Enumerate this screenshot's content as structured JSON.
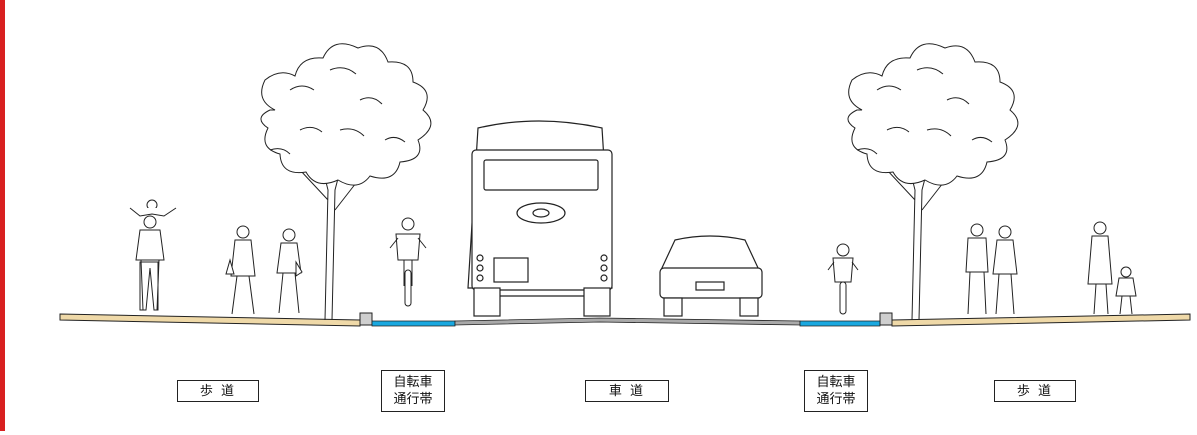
{
  "colors": {
    "frame_red": "#d82020",
    "sidewalk": "#efd9a8",
    "bike_lane": "#19a8e0",
    "road": "#a9a9a9",
    "ink": "#222222"
  },
  "labels": {
    "sidewalk_left": "歩 道",
    "bike_lane_left_line1": "自転車",
    "bike_lane_left_line2": "通行帯",
    "carriageway": "車 道",
    "bike_lane_right_line1": "自転車",
    "bike_lane_right_line2": "通行帯",
    "sidewalk_right": "歩 道"
  },
  "figures": [
    {
      "name": "pedestrian-with-child-on-shoulders-icon"
    },
    {
      "name": "pedestrian-walking-icon"
    },
    {
      "name": "pedestrian-walking-icon"
    },
    {
      "name": "cyclist-icon"
    },
    {
      "name": "bus-rear-icon"
    },
    {
      "name": "car-rear-icon"
    },
    {
      "name": "cyclist-icon"
    },
    {
      "name": "pedestrian-couple-icon"
    },
    {
      "name": "pedestrian-with-child-icon"
    },
    {
      "name": "tree-icon"
    }
  ]
}
